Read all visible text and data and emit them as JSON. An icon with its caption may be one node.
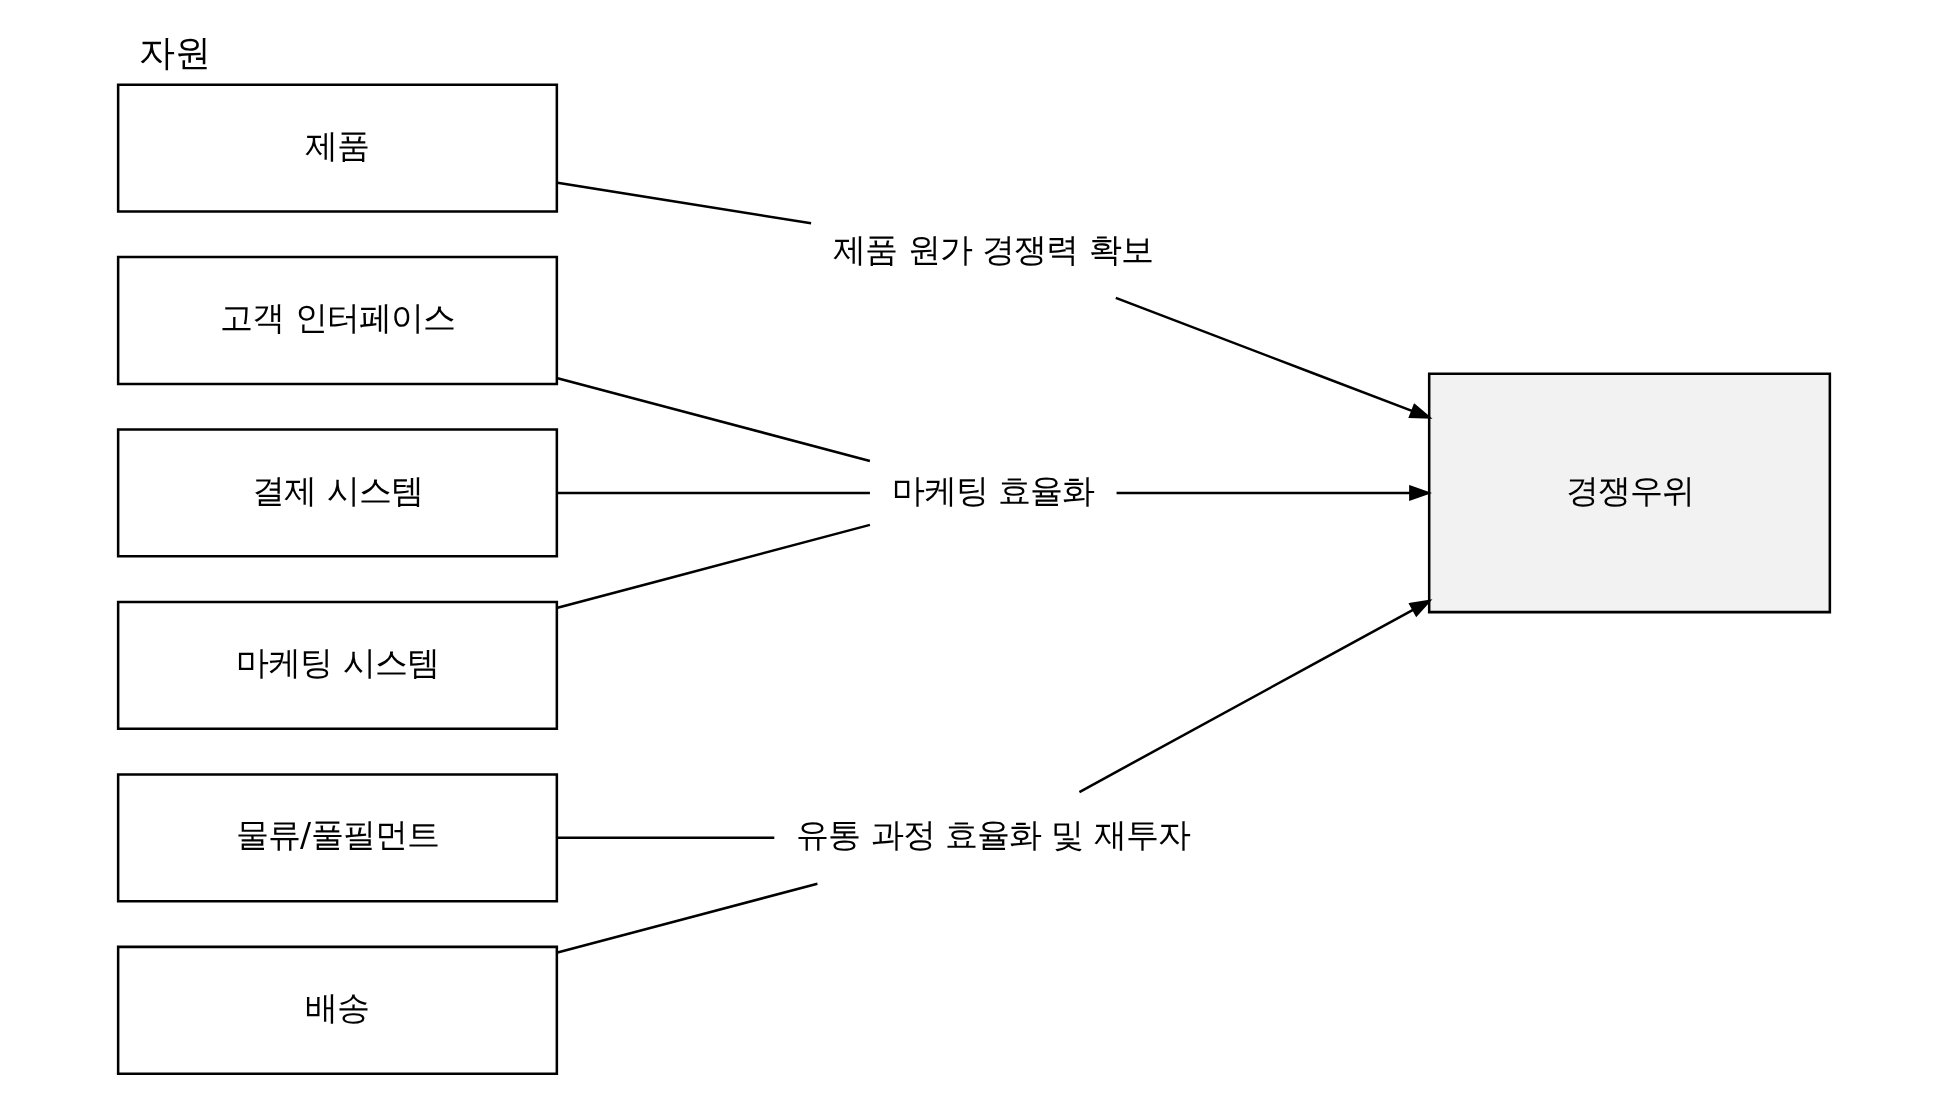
{
  "diagram": {
    "title": "자원",
    "nodes": [
      {
        "text": [
          "제품"
        ]
      },
      {
        "text": [
          "고객 인터페이스"
        ]
      },
      {
        "text": [
          "결제 시스템"
        ]
      },
      {
        "text": [
          "마케팅 시스템"
        ]
      },
      {
        "text": [
          "물류/풀필먼트"
        ]
      },
      {
        "text": [
          "배송"
        ]
      },
      {
        "text": [
          "제품 원가 경쟁력 확보"
        ]
      },
      {
        "text": [
          "마케팅 효율화"
        ]
      },
      {
        "text": [
          "유통 과정 효율화 및 재투자"
        ]
      },
      {
        "text": [
          "경쟁우위"
        ]
      }
    ],
    "edges": [
      {
        "from": 0,
        "to": 6,
        "arrow": "none"
      },
      {
        "from": 1,
        "to": 7,
        "arrow": "none"
      },
      {
        "from": 2,
        "to": 7,
        "arrow": "none"
      },
      {
        "from": 3,
        "to": 7,
        "arrow": "none"
      },
      {
        "from": 4,
        "to": 8,
        "arrow": "none"
      },
      {
        "from": 5,
        "to": 8,
        "arrow": "none"
      },
      {
        "from": 6,
        "to": 9,
        "arrow": "to"
      },
      {
        "from": 7,
        "to": 9,
        "arrow": "to"
      },
      {
        "from": 8,
        "to": 9,
        "arrow": "to"
      }
    ]
  }
}
